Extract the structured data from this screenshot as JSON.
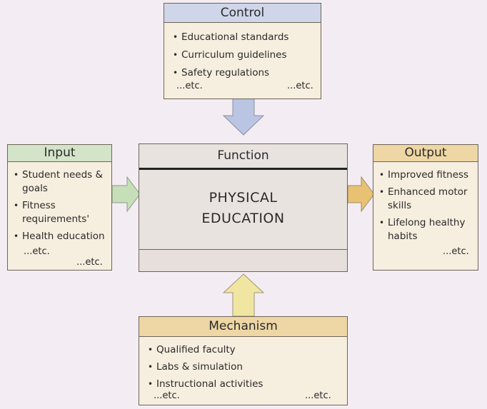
{
  "colors": {
    "control_header": "#cfd6ea",
    "input_header": "#d3e4c8",
    "output_header": "#eed7a5",
    "mechanism_header": "#eed7a5",
    "box_fill": "#f6eedf",
    "function_fill": "#e9e3df",
    "arrow_blue": "#b9c5e3",
    "arrow_green": "#c7dfb9",
    "arrow_yellow": "#f1e6a1",
    "arrow_gold": "#e8c173"
  },
  "control": {
    "title": "Control",
    "items": [
      "Educational standards",
      "Curriculum guidelines",
      "Safety regulations"
    ],
    "etc_left": "...etc.",
    "etc_right": "...etc."
  },
  "input": {
    "title": "Input",
    "items": [
      "Student needs & goals",
      "Fitness requirements'",
      "Health education"
    ],
    "etc_left": "...etc.",
    "etc_right": "...etc."
  },
  "function": {
    "title": "Function",
    "line1": "PHYSICAL",
    "line2": "EDUCATION"
  },
  "output": {
    "title": "Output",
    "items": [
      "Improved fitness",
      "Enhanced motor skills",
      "Lifelong healthy habits"
    ],
    "etc": "...etc."
  },
  "mechanism": {
    "title": "Mechanism",
    "items": [
      "Qualified faculty",
      "Labs & simulation",
      "Instructional activities"
    ],
    "etc_left": "...etc.",
    "etc_right": "...etc."
  }
}
